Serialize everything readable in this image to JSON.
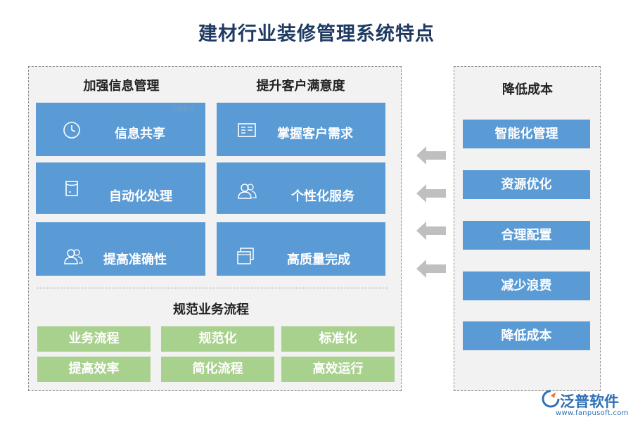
{
  "title": "建材行业装修管理系统特点",
  "left_panel": {
    "col1_heading": "加强信息管理",
    "col2_heading": "提升客户满意度",
    "cards": [
      {
        "label": "信息共享",
        "icon": "clock-icon"
      },
      {
        "label": "掌握客户需求",
        "icon": "list-card-icon"
      },
      {
        "label": "自动化处理",
        "icon": "tablet-icon"
      },
      {
        "label": "个性化服务",
        "icon": "users-icon"
      },
      {
        "label": "提高准确性",
        "icon": "users-icon"
      },
      {
        "label": "高质量完成",
        "icon": "windows-icon"
      }
    ],
    "watermark": "泛普软件",
    "process_heading": "规范业务流程",
    "process_items": [
      "业务流程",
      "规范化",
      "标准化",
      "提高效率",
      "简化流程",
      "高效运行"
    ]
  },
  "right_panel": {
    "heading": "降低成本",
    "items": [
      "智能化管理",
      "资源优化",
      "合理配置",
      "减少浪费",
      "降低成本"
    ]
  },
  "logo": {
    "name": "泛普软件",
    "url": "www.fanpusoft.com"
  },
  "colors": {
    "title": "#1f3b63",
    "blue_card": "#5b9bd5",
    "green_card": "#a9d18e",
    "arrow": "#bfbfbf",
    "logo": "#2f6fb5"
  }
}
